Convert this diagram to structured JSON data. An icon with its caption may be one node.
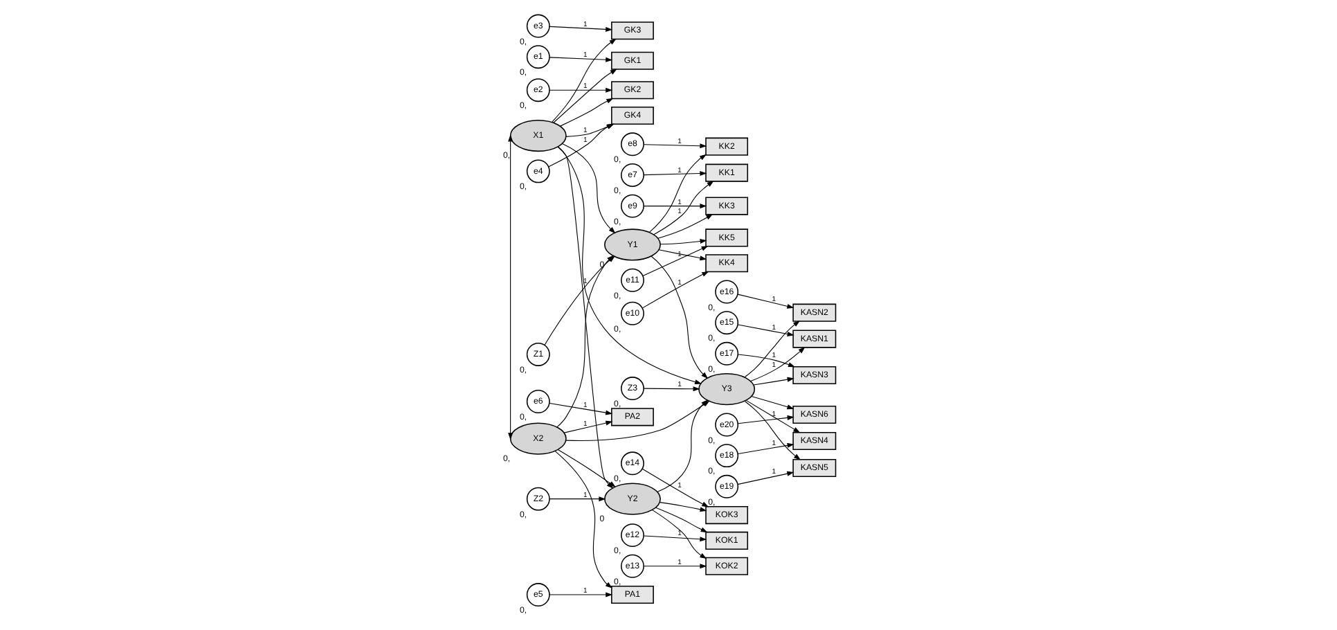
{
  "diagram": {
    "nodes": [
      {
        "text": [
          "e1"
        ],
        "beside": [
          "0,"
        ]
      },
      {
        "text": [
          "GK1"
        ]
      },
      {
        "text": [
          "e2"
        ],
        "beside": [
          "0,"
        ]
      },
      {
        "text": [
          "GK2"
        ]
      },
      {
        "text": [
          "e3"
        ],
        "beside": [
          "0,"
        ]
      },
      {
        "text": [
          "GK3"
        ]
      },
      {
        "text": [
          "e4"
        ],
        "beside": [
          "0,"
        ]
      },
      {
        "text": [
          "GK4"
        ]
      },
      {
        "text": [
          "X1"
        ],
        "beside": [
          "0,"
        ]
      },
      {
        "text": [
          "e7"
        ],
        "beside": [
          "0,"
        ]
      },
      {
        "text": [
          "e8"
        ],
        "beside": [
          "0,"
        ]
      },
      {
        "text": [
          "e9"
        ],
        "beside": [
          "0,"
        ]
      },
      {
        "text": [
          "e10"
        ],
        "beside": [
          "0,"
        ]
      },
      {
        "text": [
          "e11"
        ],
        "beside": [
          "0,"
        ]
      },
      {
        "text": [
          "KK1"
        ]
      },
      {
        "text": [
          "KK2"
        ]
      },
      {
        "text": [
          "KK3"
        ]
      },
      {
        "text": [
          "KK4"
        ]
      },
      {
        "text": [
          "KK5"
        ]
      },
      {
        "text": [
          "Z3"
        ],
        "beside": [
          "0,"
        ]
      },
      {
        "text": [
          "KASN1"
        ]
      },
      {
        "text": [
          "KASN2"
        ]
      },
      {
        "text": [
          "KASN3"
        ]
      },
      {
        "text": [
          "KASN4"
        ]
      },
      {
        "text": [
          "KASN5"
        ]
      },
      {
        "text": [
          "KASN6"
        ]
      },
      {
        "text": [
          "e15"
        ],
        "beside": [
          "0,"
        ]
      },
      {
        "text": [
          "e16"
        ],
        "beside": [
          "0,"
        ]
      },
      {
        "text": [
          "e17"
        ],
        "beside": [
          "0,"
        ]
      },
      {
        "text": [
          "e18"
        ],
        "beside": [
          "0,"
        ]
      },
      {
        "text": [
          "e19"
        ],
        "beside": [
          "0,"
        ]
      },
      {
        "text": [
          "e20"
        ],
        "beside": [
          "0,"
        ]
      },
      {
        "text": [
          "Z1"
        ],
        "beside": [
          "0,"
        ]
      },
      {
        "text": [
          "Y1"
        ],
        "beside": [
          "0"
        ]
      },
      {
        "text": [
          "Y3"
        ]
      },
      {
        "text": [
          "Y2"
        ],
        "beside": [
          "0"
        ]
      },
      {
        "text": [
          "Z2"
        ],
        "beside": [
          "0,"
        ]
      },
      {
        "text": [
          "e5"
        ],
        "beside": [
          "0,"
        ]
      },
      {
        "text": [
          "PA1"
        ]
      },
      {
        "text": [
          "e6"
        ],
        "beside": [
          "0,"
        ]
      },
      {
        "text": [
          "PA2"
        ]
      },
      {
        "text": [
          "X2"
        ],
        "beside": [
          "0,"
        ]
      },
      {
        "text": [
          "KOK1"
        ]
      },
      {
        "text": [
          "KOK2"
        ]
      },
      {
        "text": [
          "KOK3"
        ]
      },
      {
        "text": [
          "e12"
        ],
        "beside": [
          "0,"
        ]
      },
      {
        "text": [
          "e13"
        ],
        "beside": [
          "0,"
        ]
      },
      {
        "text": [
          "e14"
        ],
        "beside": [
          "0,"
        ]
      }
    ],
    "edges": [
      {
        "from": 0,
        "to": 1,
        "arrow": "to",
        "label": "1"
      },
      {
        "from": 2,
        "to": 3,
        "arrow": "to",
        "label": "1"
      },
      {
        "from": 4,
        "to": 5,
        "arrow": "to",
        "label": "1"
      },
      {
        "from": 6,
        "to": 7,
        "arrow": "to",
        "label": "1"
      },
      {
        "from": 8,
        "to": 1,
        "arrow": "to"
      },
      {
        "from": 8,
        "to": 3,
        "arrow": "to"
      },
      {
        "from": 8,
        "to": 5,
        "arrow": "to"
      },
      {
        "from": 8,
        "to": 7,
        "arrow": "to",
        "label": "1"
      },
      {
        "from": 9,
        "to": 14,
        "arrow": "to",
        "label": "1"
      },
      {
        "from": 10,
        "to": 15,
        "arrow": "to",
        "label": "1"
      },
      {
        "from": 11,
        "to": 16,
        "arrow": "to",
        "label": "1"
      },
      {
        "from": 12,
        "to": 17,
        "arrow": "to",
        "label": "1"
      },
      {
        "from": 13,
        "to": 18,
        "arrow": "to",
        "label": "1"
      },
      {
        "from": 33,
        "to": 14,
        "arrow": "to",
        "label": "1"
      },
      {
        "from": 33,
        "to": 15,
        "arrow": "to"
      },
      {
        "from": 33,
        "to": 16,
        "arrow": "to"
      },
      {
        "from": 33,
        "to": 17,
        "arrow": "to"
      },
      {
        "from": 33,
        "to": 18,
        "arrow": "to"
      },
      {
        "from": 19,
        "to": 34,
        "arrow": "to",
        "label": "1"
      },
      {
        "from": 34,
        "to": 20,
        "arrow": "to",
        "label": "1"
      },
      {
        "from": 34,
        "to": 21,
        "arrow": "to"
      },
      {
        "from": 34,
        "to": 22,
        "arrow": "to"
      },
      {
        "from": 34,
        "to": 23,
        "arrow": "to"
      },
      {
        "from": 34,
        "to": 24,
        "arrow": "to"
      },
      {
        "from": 34,
        "to": 25,
        "arrow": "to"
      },
      {
        "from": 26,
        "to": 20,
        "arrow": "to",
        "label": "1"
      },
      {
        "from": 27,
        "to": 21,
        "arrow": "to",
        "label": "1"
      },
      {
        "from": 28,
        "to": 22,
        "arrow": "to",
        "label": "1"
      },
      {
        "from": 29,
        "to": 23,
        "arrow": "to",
        "label": "1"
      },
      {
        "from": 30,
        "to": 24,
        "arrow": "to",
        "label": "1"
      },
      {
        "from": 31,
        "to": 25,
        "arrow": "to",
        "label": "1"
      },
      {
        "from": 32,
        "to": 33,
        "arrow": "to",
        "label": "1"
      },
      {
        "from": 8,
        "to": 33,
        "arrow": "to"
      },
      {
        "from": 8,
        "to": 34,
        "arrow": "to"
      },
      {
        "from": 8,
        "to": 35,
        "arrow": "to"
      },
      {
        "from": 41,
        "to": 33,
        "arrow": "to"
      },
      {
        "from": 41,
        "to": 35,
        "arrow": "to"
      },
      {
        "from": 41,
        "to": 34,
        "arrow": "to"
      },
      {
        "from": 33,
        "to": 34,
        "arrow": "to"
      },
      {
        "from": 35,
        "to": 34,
        "arrow": "to"
      },
      {
        "from": 36,
        "to": 35,
        "arrow": "to",
        "label": "1"
      },
      {
        "from": 8,
        "to": 41,
        "arrow": "both"
      },
      {
        "from": 37,
        "to": 38,
        "arrow": "to",
        "label": "1"
      },
      {
        "from": 39,
        "to": 40,
        "arrow": "to",
        "label": "1"
      },
      {
        "from": 41,
        "to": 38,
        "arrow": "to"
      },
      {
        "from": 41,
        "to": 40,
        "arrow": "to",
        "label": "1"
      },
      {
        "from": 35,
        "to": 42,
        "arrow": "to"
      },
      {
        "from": 35,
        "to": 43,
        "arrow": "to"
      },
      {
        "from": 35,
        "to": 44,
        "arrow": "to"
      },
      {
        "from": 45,
        "to": 42,
        "arrow": "to",
        "label": "1"
      },
      {
        "from": 46,
        "to": 43,
        "arrow": "to",
        "label": "1"
      },
      {
        "from": 47,
        "to": 44,
        "arrow": "to",
        "label": "1"
      }
    ]
  }
}
